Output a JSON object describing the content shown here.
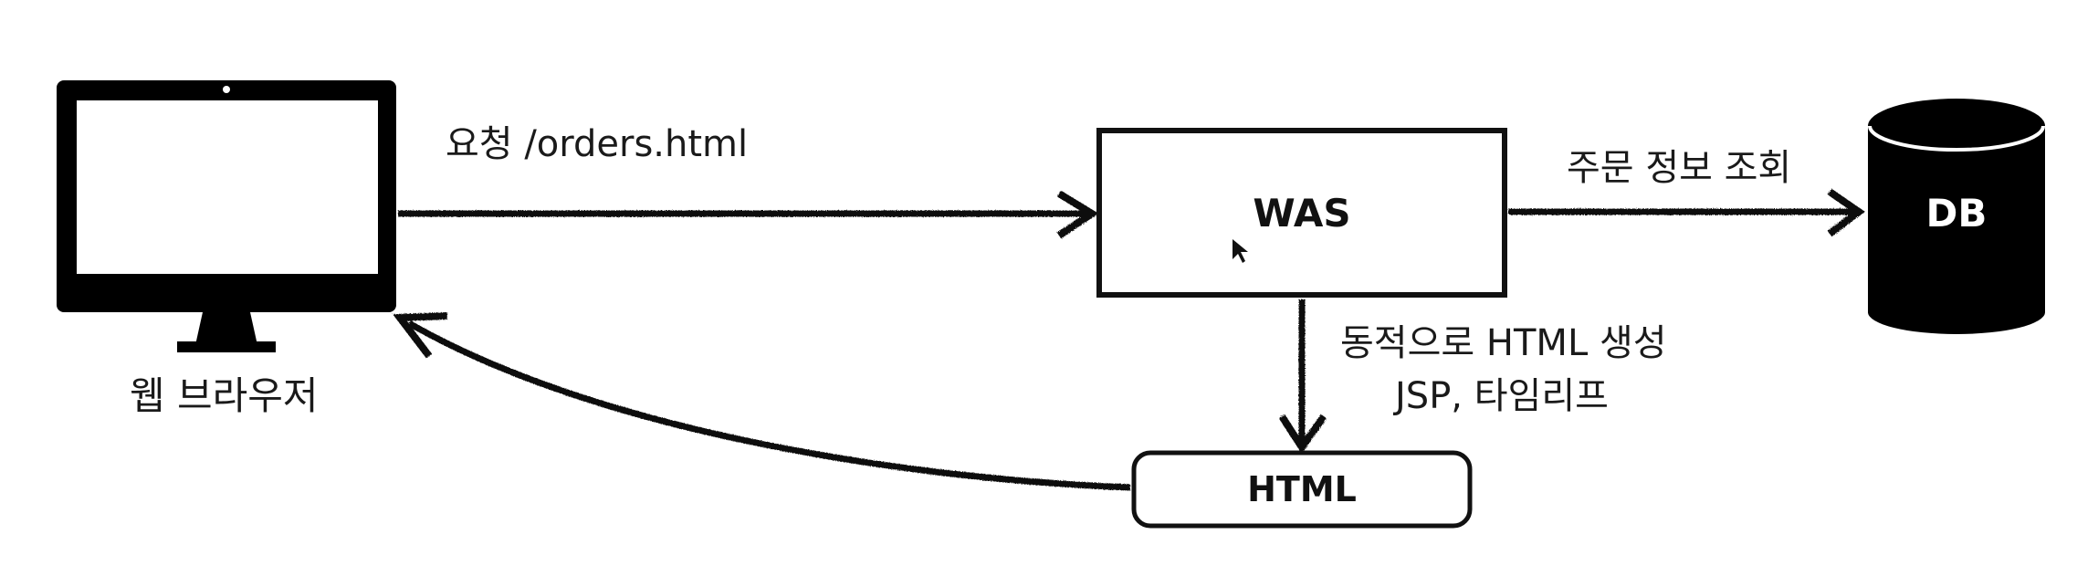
{
  "diagram": {
    "browser_label": "웹 브라우저",
    "request_label": "요청 /orders.html",
    "was_label": "WAS",
    "db_query_label": "주문 정보 조회",
    "db_label": "DB",
    "generate_label_line1": "동적으로 HTML 생성",
    "generate_label_line2": "JSP, 타임리프",
    "html_label": "HTML"
  },
  "colors": {
    "stroke": "#111111",
    "background": "#ffffff",
    "db_fill": "#000000",
    "db_text": "#ffffff"
  },
  "icons": {
    "browser": "monitor-icon",
    "database": "database-cylinder-icon",
    "cursor": "mouse-pointer-icon"
  }
}
